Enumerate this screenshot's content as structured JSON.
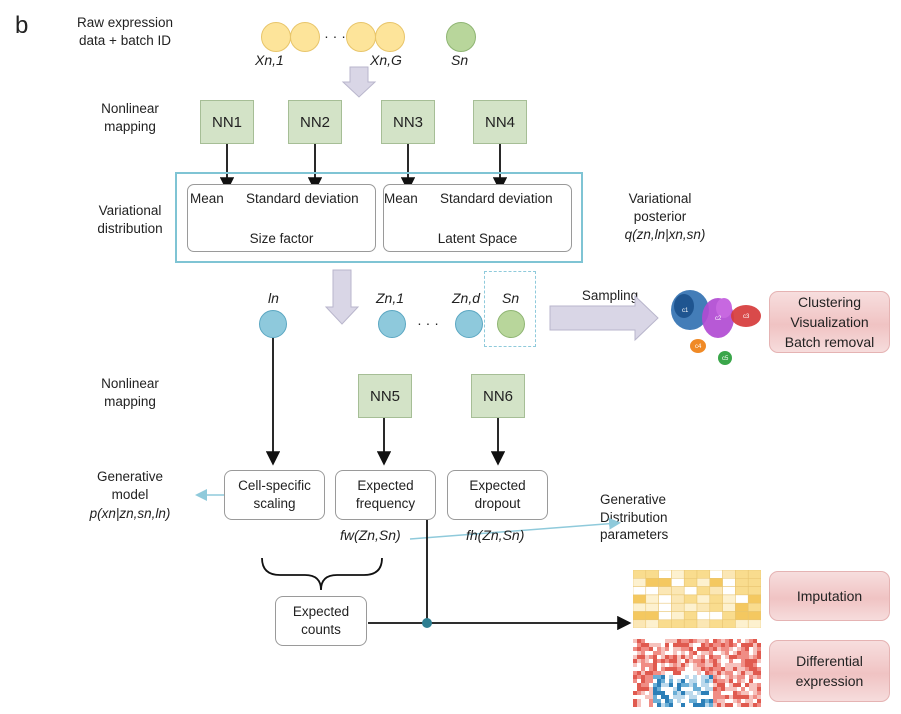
{
  "panel_label": "b",
  "labels": {
    "raw_expression": "Raw expression\ndata + batch ID",
    "nonlinear_mapping_1": "Nonlinear\nmapping",
    "variational_distribution": "Variational\ndistribution",
    "variational_posterior": "Variational\nposterior",
    "variational_posterior_formula": "q(zn,ln|xn,sn)",
    "nonlinear_mapping_2": "Nonlinear\nmapping",
    "generative_model": "Generative\nmodel",
    "generative_model_formula": "p(xn|zn,sn,ln)",
    "generative_distribution_parameters": "Generative\nDistribution\nparameters",
    "sampling": "Sampling"
  },
  "inputs": {
    "x_first": "Xn,1",
    "x_ellipsis": "· · ·",
    "x_last": "Xn,G",
    "s": "Sn"
  },
  "nn_blocks": [
    "NN1",
    "NN2",
    "NN3",
    "NN4",
    "NN5",
    "NN6"
  ],
  "size_factor_box": {
    "mean": "Mean",
    "std": "Standard deviation",
    "title": "Size factor"
  },
  "latent_box": {
    "mean": "Mean",
    "std": "Standard deviation",
    "title": "Latent Space"
  },
  "latent_vars": {
    "l": "ln",
    "z1": "Zn,1",
    "dots": "· · ·",
    "zd": "Zn,d",
    "s": "Sn"
  },
  "gen_boxes": {
    "scaling": "Cell-specific\nscaling",
    "frequency": "Expected\nfrequency",
    "dropout": "Expected\ndropout",
    "counts": "Expected\ncounts"
  },
  "functions": {
    "fw": "fw(Zn,Sn)",
    "fh": "fh(Zn,Sn)"
  },
  "outputs": {
    "clustering": "Clustering\nVisualization\nBatch removal",
    "imputation": "Imputation",
    "differential": "Differential\nexpression"
  },
  "cluster_labels": [
    "c1",
    "c2",
    "c3",
    "c4",
    "c5"
  ],
  "colors": {
    "nn_fill": "#d3e3c7",
    "input_circle": "#fde49a",
    "batch_circle": "#b8d69b",
    "latent_circle": "#8ec9dc",
    "frame": "#7fc4d4",
    "output_box": "#f0c3c3",
    "arrow_light": "#8fcadb"
  }
}
